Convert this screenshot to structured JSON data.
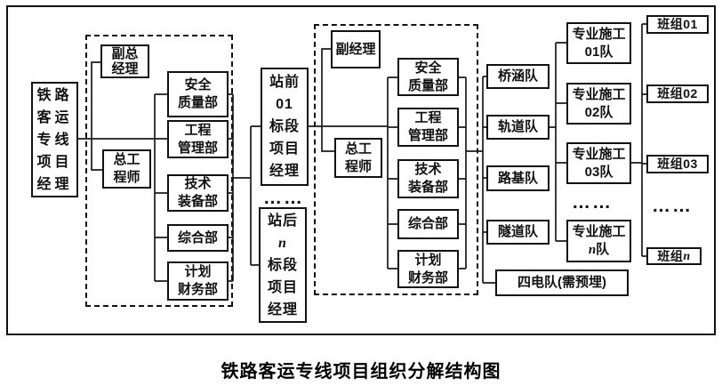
{
  "caption": "铁路客运专线项目组织分解结构图",
  "ellipsis": "……",
  "hq": {
    "project_manager": "铁路\n客运\n专线\n项目\n经理",
    "deputy_general_manager": "副总\n经理",
    "chief_engineer": "总工\n程师",
    "departments": [
      "安全\n质量部",
      "工程\n管理部",
      "技术\n装备部",
      "综合部",
      "计划\n财务部"
    ]
  },
  "sections": {
    "front_manager": "站前\n01\n标段\n项目\n经理",
    "rear_manager": {
      "prefix": "站后",
      "n": "n",
      "suffix": "标段\n项目\n经理"
    },
    "deputy_manager": "副经理",
    "chief_engineer": "总工\n程师",
    "departments": [
      "安全\n质量部",
      "工程\n管理部",
      "技术\n装备部",
      "综合部",
      "计划\n财务部"
    ]
  },
  "teams": {
    "bridge_culvert": "桥涵队",
    "track": "轨道队",
    "roadbed": "路基队",
    "tunnel": "隧道队",
    "four_electric": "四电队(需预埋)"
  },
  "spec_teams": {
    "t01": "专业施工\n01队",
    "t02": "专业施工\n02队",
    "t03": "专业施工\n03队",
    "tn": {
      "prefix": "专业施工",
      "n": "n",
      "suffix": "队"
    }
  },
  "crews": {
    "c01": "班组01",
    "c02": "班组02",
    "c03": "班组03",
    "cn": {
      "prefix": "班组",
      "n": "n"
    }
  },
  "colors": {
    "line": "#1a1a1a",
    "background": "#ffffff"
  }
}
